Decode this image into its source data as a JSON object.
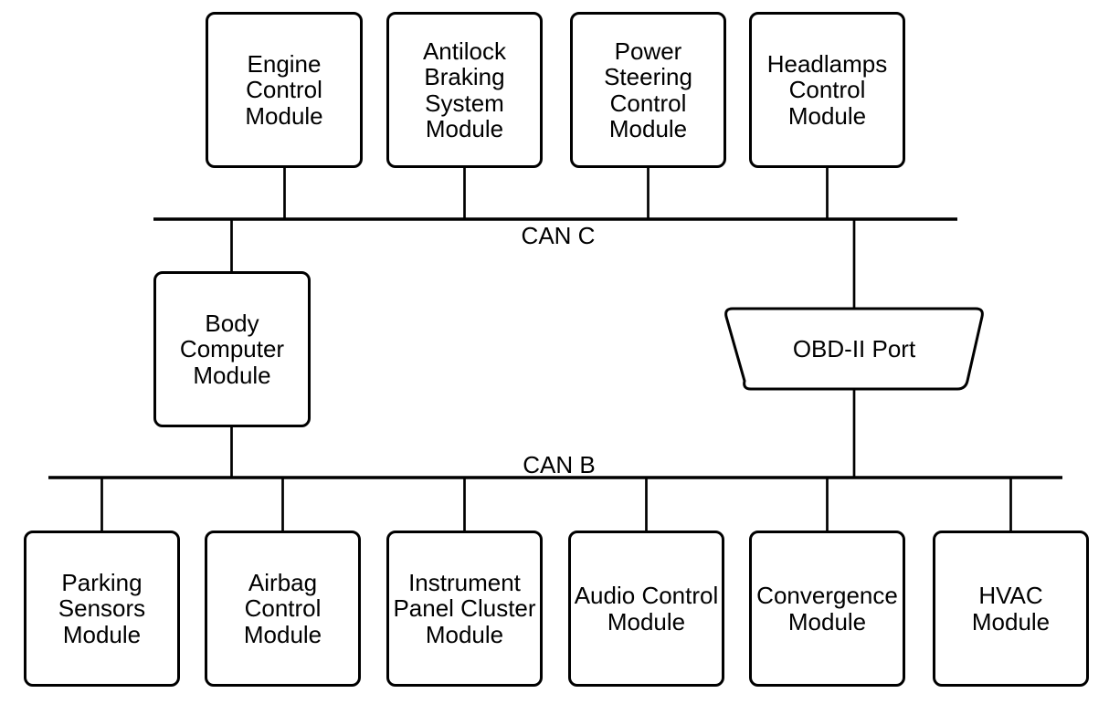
{
  "diagram": {
    "type": "automotive CAN bus network diagram",
    "colors": {
      "stroke": "#000000",
      "text": "#000000",
      "background": "#ffffff",
      "node_fill": "#ffffff"
    },
    "buses": {
      "can_c": {
        "label": "CAN C"
      },
      "can_b": {
        "label": "CAN B"
      }
    },
    "nodes": {
      "engine": {
        "label": "Engine\nControl\nModule",
        "shape": "rounded-rectangle",
        "bus": "CAN C"
      },
      "abs": {
        "label": "Antilock\nBraking\nSystem\nModule",
        "shape": "rounded-rectangle",
        "bus": "CAN C"
      },
      "power_steering": {
        "label": "Power\nSteering\nControl\nModule",
        "shape": "rounded-rectangle",
        "bus": "CAN C"
      },
      "headlamps": {
        "label": "Headlamps\nControl\nModule",
        "shape": "rounded-rectangle",
        "bus": "CAN C"
      },
      "body_computer": {
        "label": "Body\nComputer\nModule",
        "shape": "rounded-rectangle",
        "bus": "CAN C and CAN B"
      },
      "obd_port": {
        "label": "OBD-II Port",
        "shape": "trapezoid",
        "bus": "CAN C and CAN B"
      },
      "parking_sensors": {
        "label": "Parking\nSensors\nModule",
        "shape": "rounded-rectangle",
        "bus": "CAN B"
      },
      "airbag": {
        "label": "Airbag\nControl\nModule",
        "shape": "rounded-rectangle",
        "bus": "CAN B"
      },
      "instrument_panel": {
        "label": "Instrument\nPanel Cluster\nModule",
        "shape": "rounded-rectangle",
        "bus": "CAN B"
      },
      "audio": {
        "label": "Audio Control\nModule",
        "shape": "rounded-rectangle",
        "bus": "CAN B"
      },
      "convergence": {
        "label": "Convergence\nModule",
        "shape": "rounded-rectangle",
        "bus": "CAN B"
      },
      "hvac": {
        "label": "HVAC\nModule",
        "shape": "rounded-rectangle",
        "bus": "CAN B"
      }
    }
  }
}
